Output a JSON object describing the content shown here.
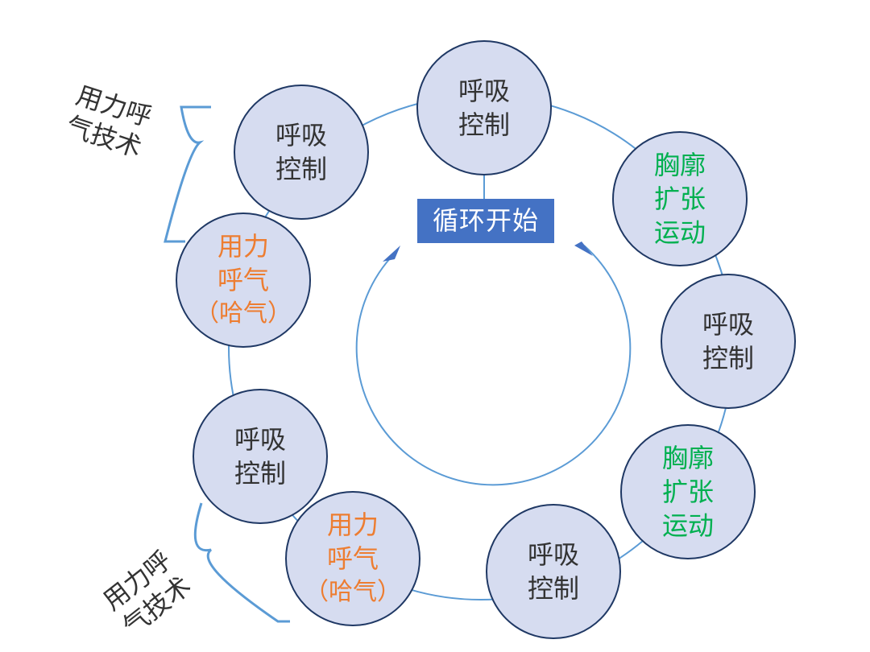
{
  "center_label": "循环开始",
  "nodes": [
    {
      "id": "top",
      "lines": [
        "呼吸",
        "控制"
      ]
    },
    {
      "id": "right-upper",
      "lines": [
        "胸廓",
        "扩张",
        "运动"
      ]
    },
    {
      "id": "right",
      "lines": [
        "呼吸",
        "控制"
      ]
    },
    {
      "id": "right-lower",
      "lines": [
        "胸廓",
        "扩张",
        "运动"
      ]
    },
    {
      "id": "bottom-right",
      "lines": [
        "呼吸",
        "控制"
      ]
    },
    {
      "id": "bottom-left",
      "lines": [
        "用力",
        "呼气",
        "（哈气）"
      ]
    },
    {
      "id": "left-lower",
      "lines": [
        "呼吸",
        "控制"
      ]
    },
    {
      "id": "left-upper",
      "lines": [
        "用力",
        "呼气",
        "（哈气）"
      ]
    },
    {
      "id": "top-left",
      "lines": [
        "呼吸",
        "控制"
      ]
    }
  ],
  "fet_labels": [
    {
      "id": "upper",
      "lines": [
        "用力呼",
        "气技术"
      ]
    },
    {
      "id": "lower",
      "lines": [
        "用力呼",
        "气技术"
      ]
    }
  ],
  "colors": {
    "node_fill": "#d6dcf0",
    "node_border": "#1f3864",
    "ring_line": "#5b9bd5",
    "start_box": "#4472c4",
    "chest_text": "#00b050",
    "forced_text": "#ed7d31",
    "dark_text": "#333333"
  }
}
